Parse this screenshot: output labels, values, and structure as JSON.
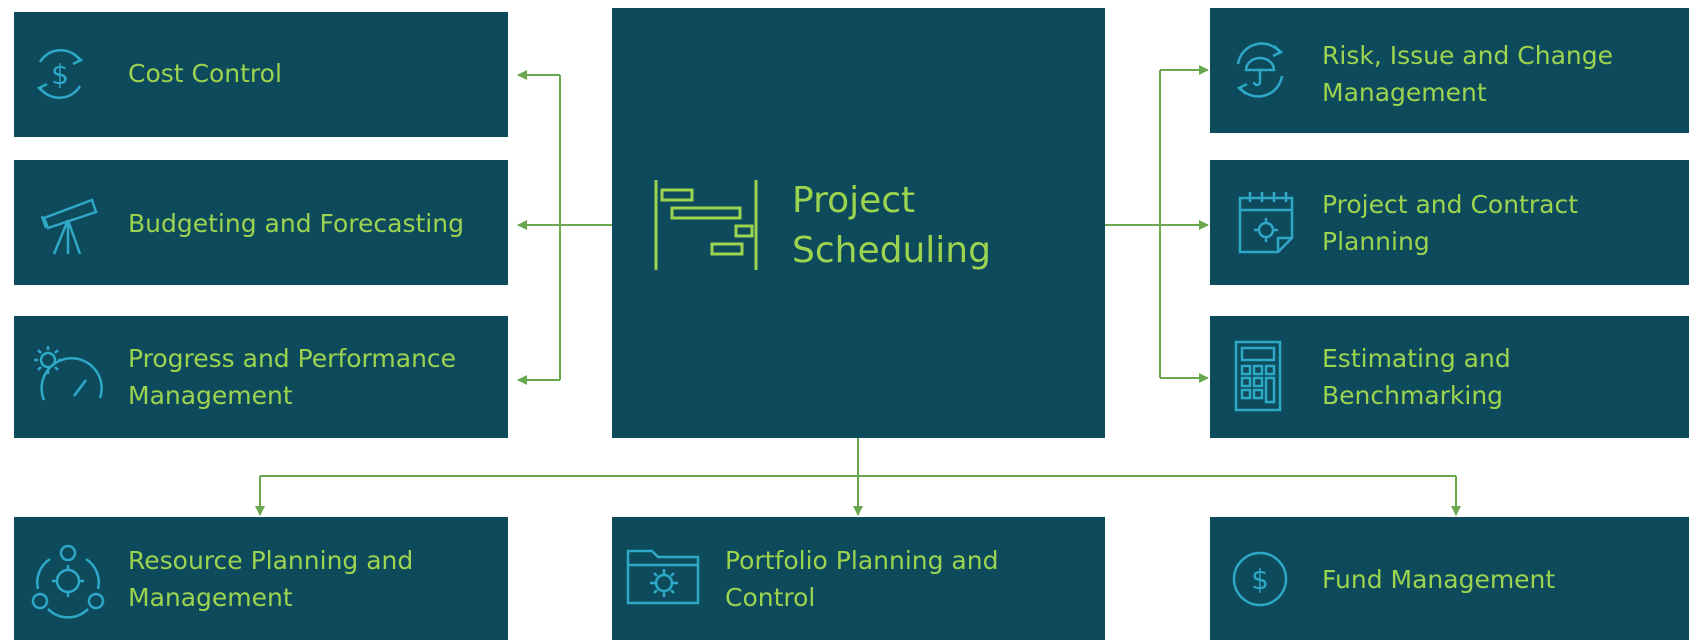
{
  "center": {
    "line1": "Project",
    "line2": "Scheduling",
    "icon": "gantt-chart-icon"
  },
  "left": [
    {
      "line1": "Cost Control",
      "line2": "",
      "icon": "dollar-cycle-icon"
    },
    {
      "line1": "Budgeting and Forecasting",
      "line2": "",
      "icon": "telescope-icon"
    },
    {
      "line1": "Progress and Performance",
      "line2": "Management",
      "icon": "gear-gauge-icon"
    }
  ],
  "right": [
    {
      "line1": "Risk, Issue and Change",
      "line2": "Management",
      "icon": "umbrella-cycle-icon"
    },
    {
      "line1": "Project and Contract",
      "line2": "Planning",
      "icon": "calendar-gear-icon"
    },
    {
      "line1": "Estimating and",
      "line2": "Benchmarking",
      "icon": "calculator-icon"
    }
  ],
  "bottom": [
    {
      "line1": "Resource Planning and",
      "line2": "Management",
      "icon": "resource-network-icon"
    },
    {
      "line1": "Portfolio Planning and",
      "line2": "Control",
      "icon": "folder-gear-icon"
    },
    {
      "line1": "Fund Management",
      "line2": "",
      "icon": "dollar-circle-icon"
    }
  ],
  "colors": {
    "box": "#0d4a5c",
    "text": "#9dd44f",
    "connector": "#6aa84f",
    "icon_green": "#9dd44f",
    "icon_blue": "#2fa8c8"
  }
}
